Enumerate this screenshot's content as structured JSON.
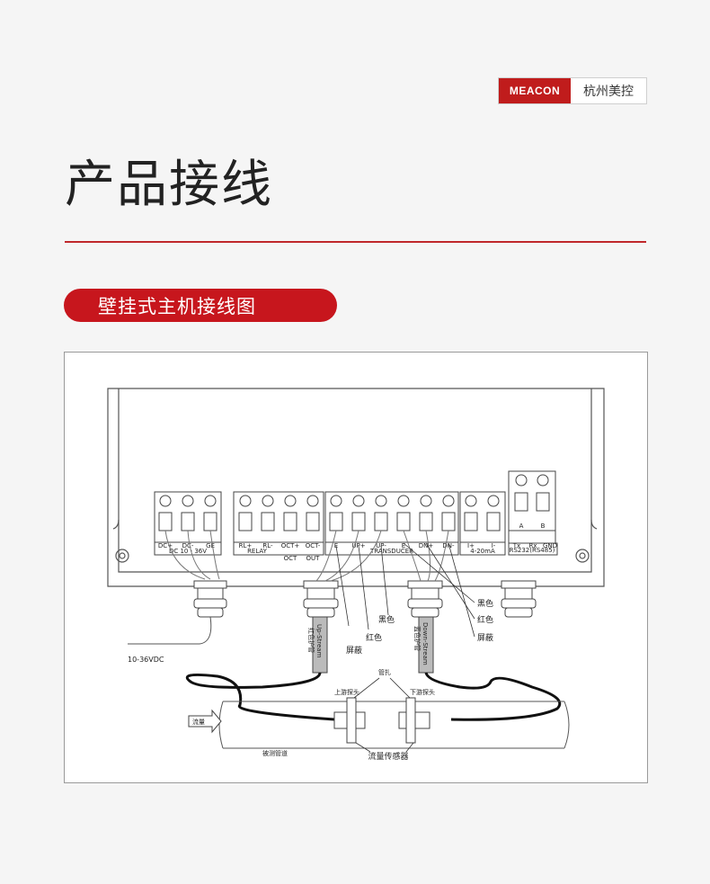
{
  "brand": {
    "logo_text": "MEACON",
    "name": "杭州美控"
  },
  "page_title": "产品接线",
  "section": {
    "badge": "壁挂式主机接线图"
  },
  "diagram": {
    "terminal_labels": {
      "dc_plus": "DC+",
      "dc_minus": "DC-",
      "ge": "GE",
      "rl_plus": "RL+",
      "rl_minus": "RL-",
      "oct_plus": "OCT+",
      "oct_minus": "OCT-",
      "e1": "E",
      "up_plus": "UP+",
      "up_minus": "UP-",
      "e2": "E",
      "dn_plus": "DN+",
      "dn_minus": "DN-",
      "i_plus": "I+",
      "i_minus": "I-",
      "tx": "Tx",
      "rx": "Rx",
      "gnd": "GND",
      "a": "A",
      "b": "B"
    },
    "group_labels": {
      "dc": "DC   10 - 36V",
      "relay": "RELAY",
      "oct": "OCT",
      "out": "OUT",
      "transducer": "TRANSDUCER",
      "current": "4-20mA",
      "rs232": "RS232(RS485)"
    },
    "callouts": {
      "black_right": "黑色",
      "red_right": "红色",
      "shield_right": "屏蔽",
      "black_left": "黑色",
      "red_left": "红色",
      "shield_left": "屏蔽"
    },
    "power_label": "10-36VDC",
    "cable_up": {
      "sleeve": "红色护管",
      "stream": "Up-Stream"
    },
    "cable_down": {
      "sleeve": "蓝色护管",
      "stream": "Down-Stream"
    },
    "clamp_label": "管扎",
    "upstream_probe": "上游探头",
    "downstream_probe": "下游探头",
    "flow_label": "流量",
    "pipe_label": "被测管道",
    "sensor_label": "流量传感器"
  }
}
